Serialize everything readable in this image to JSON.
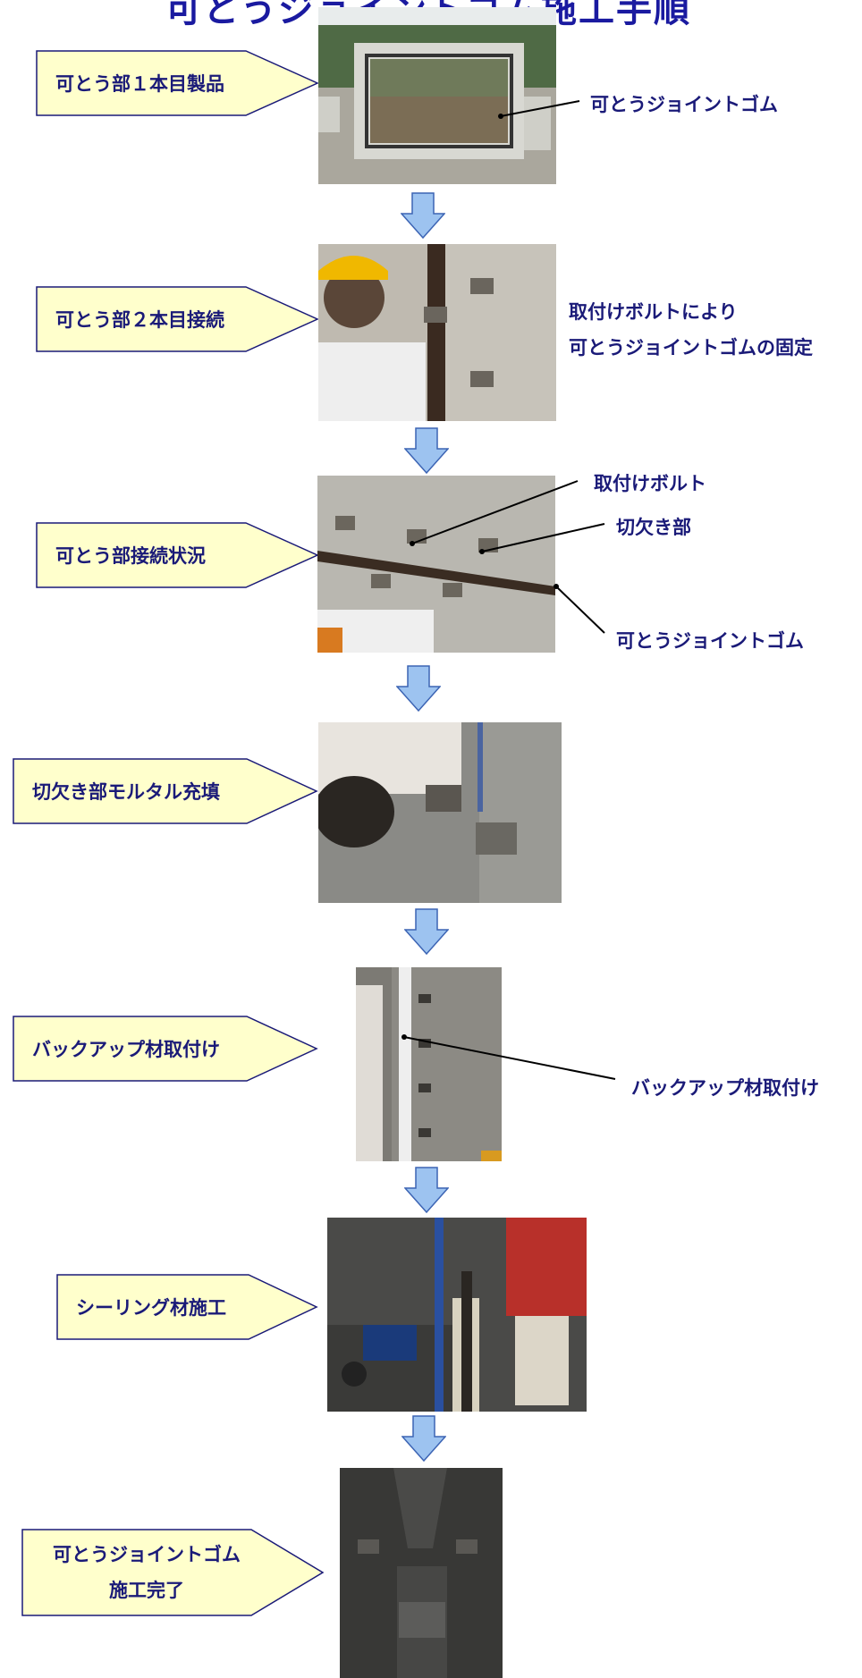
{
  "title": "可とうジョイントゴム施工手順",
  "steps": [
    {
      "label": "可とう部１本目製品"
    },
    {
      "label": "可とう部２本目接続"
    },
    {
      "label": "可とう部接続状況"
    },
    {
      "label": "切欠き部モルタル充填"
    },
    {
      "label": "バックアップ材取付け"
    },
    {
      "label": "シーリング材施工"
    },
    {
      "label_line1": "可とうジョイントゴム",
      "label_line2": "施工完了"
    }
  ],
  "callouts": {
    "joint_rubber_1": "可とうジョイントゴム",
    "bolt_fix_line1": "取付けボルトにより",
    "bolt_fix_line2": "可とうジョイントゴムの固定",
    "bolt": "取付けボルト",
    "notch": "切欠き部",
    "joint_rubber_3": "可とうジョイントゴム",
    "backup_material": "バックアップ材取付け"
  },
  "colors": {
    "label_fill": "#ffffcc",
    "label_border": "#1a1a78",
    "text": "#1a1a78",
    "title": "#1a1aa0",
    "arrow_fill": "#9dc3f0",
    "arrow_border": "#3c64b4"
  }
}
